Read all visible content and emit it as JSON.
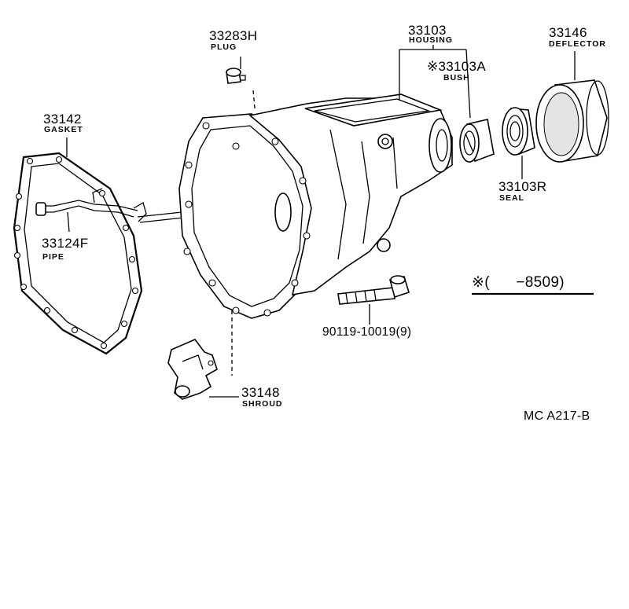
{
  "parts": {
    "plug": {
      "number": "33283H",
      "name": "PLUG"
    },
    "housing": {
      "number": "33103",
      "name": "HOUSING"
    },
    "bush": {
      "number": "※33103A",
      "name": "BUSH"
    },
    "deflector": {
      "number": "33146",
      "name": "DEFLECTOR"
    },
    "seal": {
      "number": "33103R",
      "name": "SEAL"
    },
    "gasket": {
      "number": "33142",
      "name": "GASKET"
    },
    "pipe": {
      "number": "33124F",
      "name": "PIPE"
    },
    "bolt": {
      "number": "90119-10019(9)"
    },
    "shroud": {
      "number": "33148",
      "name": "SHROUD"
    }
  },
  "note": {
    "mark": "※",
    "text": "(      −8509)"
  },
  "figure_code": "MC  A217-B"
}
